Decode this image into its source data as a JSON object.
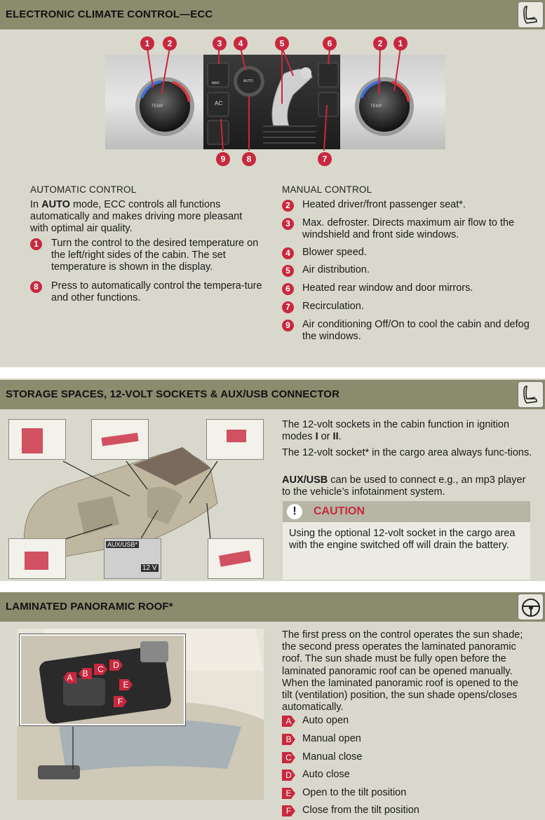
{
  "colors": {
    "header_bg": "#8b8b6e",
    "page_bg": "#d9d8cc",
    "badge_red": "#c8283e",
    "caution_red": "#c8283e"
  },
  "ecc": {
    "title": "ELECTRONIC CLIMATE CONTROL—ECC",
    "header_icon": "seat-icon",
    "panel_callouts": {
      "top": [
        "1",
        "2",
        "3",
        "4",
        "5",
        "6",
        "2",
        "1"
      ],
      "bottom": [
        "9",
        "8",
        "7"
      ]
    },
    "panel_labels": {
      "max": "MAX",
      "auto": "AUTO",
      "ac": "AC",
      "temp_left": "TEMP",
      "temp_right": "TEMP"
    },
    "automatic": {
      "heading": "AUTOMATIC CONTROL",
      "intro_pre": "In ",
      "intro_bold": "AUTO",
      "intro_post": " mode, ECC controls all functions automatically and makes driving more pleasant with optimal air quality.",
      "items": [
        {
          "num": "1",
          "text": "Turn the control to the desired temperature on the left/right sides of the cabin. The set temperature is shown in the display."
        },
        {
          "num": "8",
          "text": "Press to automatically control the tempera-ture and other functions."
        }
      ]
    },
    "manual": {
      "heading": "MANUAL CONTROL",
      "items": [
        {
          "num": "2",
          "text": "Heated driver/front passenger seat*."
        },
        {
          "num": "3",
          "text": "Max. defroster. Directs maximum air flow to the windshield and front side windows."
        },
        {
          "num": "4",
          "text": "Blower speed."
        },
        {
          "num": "5",
          "text": "Air distribution."
        },
        {
          "num": "6",
          "text": "Heated rear window and door mirrors."
        },
        {
          "num": "7",
          "text": "Recirculation."
        },
        {
          "num": "9",
          "text": "Air conditioning Off/On to cool the cabin and defog the windows."
        }
      ]
    }
  },
  "storage": {
    "title": "STORAGE SPACES, 12-VOLT SOCKETS & AUX/USB CONNECTOR",
    "header_icon": "seat-icon",
    "image_labels": {
      "aux_usb": "AUX/USB*",
      "volt": "12 V"
    },
    "p1_pre": "The 12-volt sockets in the cabin function in ignition modes ",
    "p1_b1": "I",
    "p1_mid": " or ",
    "p1_b2": "II",
    "p1_post": ".",
    "p2": "The 12-volt socket* in the cargo area always func-tions.",
    "p3_bold": "AUX/USB",
    "p3_post": " can be used to connect e.g., an mp3 player to the vehicle’s infotainment system.",
    "caution": {
      "icon": "exclamation-icon",
      "title": "CAUTION",
      "text": "Using the optional 12-volt socket in the cargo area with the engine switched off will drain the battery."
    }
  },
  "roof": {
    "title": "LAMINATED PANORAMIC ROOF*",
    "header_icon": "steering-wheel-icon",
    "image_labels": [
      "A",
      "B",
      "C",
      "D",
      "E",
      "F"
    ],
    "intro": "The first press on the control operates the sun shade; the second press operates the laminated panoramic roof. The sun shade must be fully open before the laminated panoramic roof can be opened manually. When the laminated panoramic roof is opened to the tilt (ventilation) position, the sun shade opens/closes automatically.",
    "items": [
      {
        "letter": "A",
        "text": "Auto open"
      },
      {
        "letter": "B",
        "text": "Manual open"
      },
      {
        "letter": "C",
        "text": "Manual close"
      },
      {
        "letter": "D",
        "text": "Auto close"
      },
      {
        "letter": "E",
        "text": "Open to the tilt position"
      },
      {
        "letter": "F",
        "text": "Close from the tilt position"
      }
    ]
  }
}
